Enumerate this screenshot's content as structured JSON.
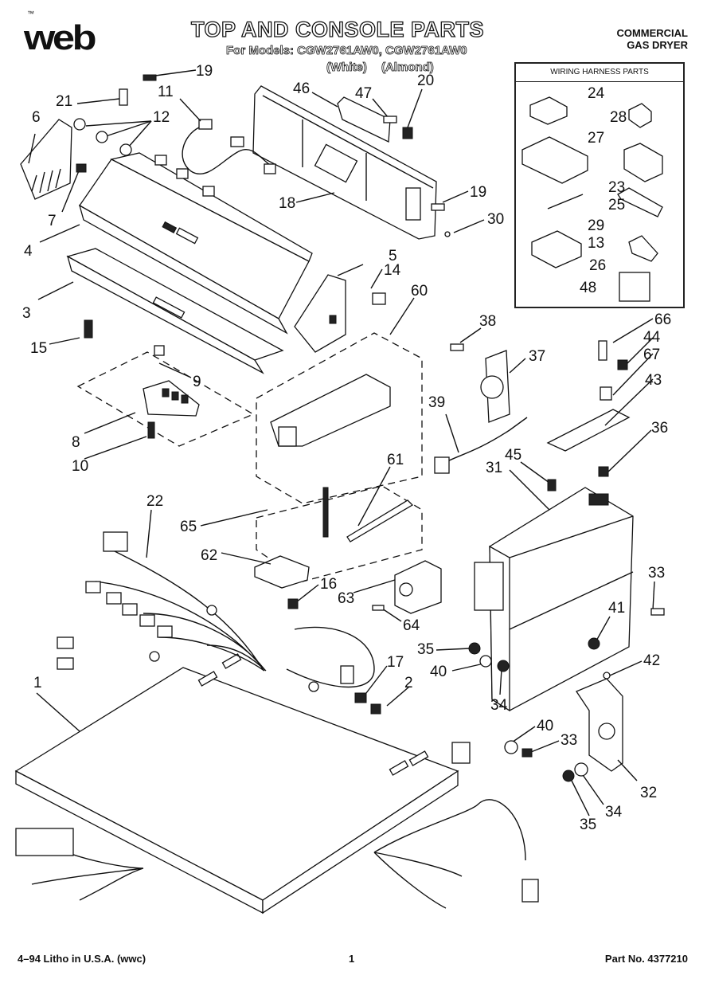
{
  "header": {
    "logo": "web",
    "logo_mark": "™",
    "title": "TOP AND CONSOLE PARTS",
    "models": "For Models: CGW2761AW0, CGW2761AW0",
    "colors": "(White)   (Almond)",
    "product_line1": "COMMERCIAL",
    "product_line2": "GAS DRYER"
  },
  "wiring_harness": {
    "title": "WIRING HARNESS PARTS"
  },
  "callouts": [
    "19",
    "21",
    "6",
    "11",
    "12",
    "46",
    "47",
    "20",
    "7",
    "18",
    "4",
    "19",
    "30",
    "5",
    "3",
    "14",
    "60",
    "15",
    "9",
    "38",
    "66",
    "44",
    "37",
    "67",
    "43",
    "39",
    "8",
    "36",
    "10",
    "31",
    "45",
    "61",
    "22",
    "65",
    "62",
    "33",
    "16",
    "63",
    "41",
    "64",
    "35",
    "40",
    "17",
    "2",
    "42",
    "1",
    "34",
    "40",
    "33",
    "32",
    "34",
    "35",
    "24",
    "28",
    "27",
    "23",
    "25",
    "29",
    "13",
    "26",
    "48"
  ],
  "footer": {
    "left": "4–94 Litho in U.S.A. (wwc)",
    "center": "1",
    "right": "Part No. 4377210"
  }
}
